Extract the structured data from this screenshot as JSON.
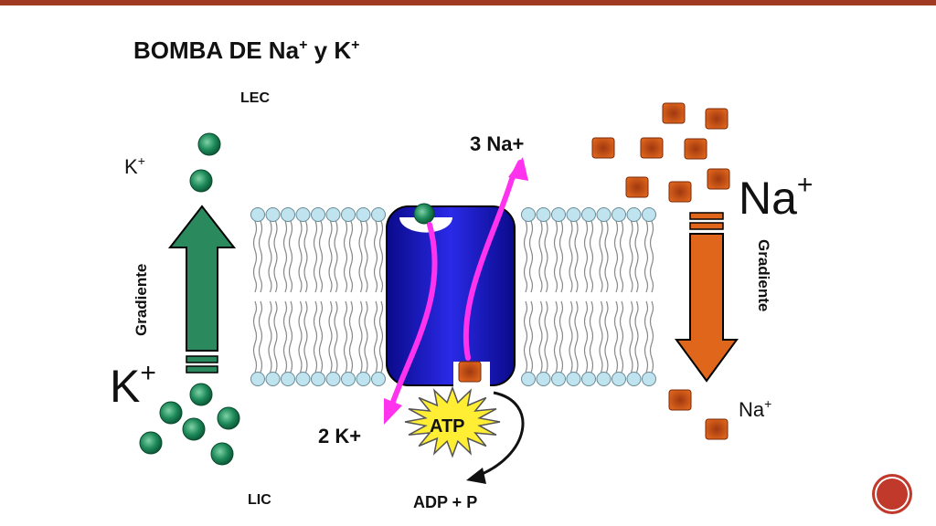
{
  "title": {
    "main": "BOMBA DE Na",
    "sup": "+",
    "mid": " y K",
    "sup2": "+"
  },
  "labels": {
    "lec": "LEC",
    "lic": "LIC",
    "k_small": "K",
    "k_small_sup": "+",
    "k_big": "K",
    "k_big_sup": "+",
    "na_big": "Na",
    "na_big_sup": "+",
    "na_small": "Na",
    "na_small_sup": "+",
    "gradient_left": "Gradiente",
    "gradient_right": "Gradiente",
    "three_na": "3 Na+",
    "two_k": "2 K+",
    "atp": "ATP",
    "adp": "ADP + P"
  },
  "page_badge": "",
  "colors": {
    "accent": "#a13a22",
    "potassium": "#1e8a5a",
    "sodium": "#e0661c",
    "pump": "#1a1ad6",
    "transport_arrow": "#ff33ee",
    "atp_burst": "#ffee33",
    "lipid_head": "#bfe3ef"
  }
}
